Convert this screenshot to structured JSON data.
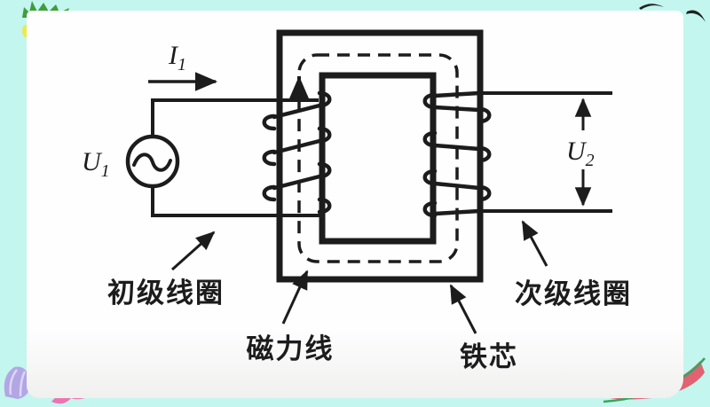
{
  "slide": {
    "description_labels": {
      "primary_coil": "初级线圈",
      "flux_lines": "磁力线",
      "iron_core": "铁芯",
      "secondary_coil": "次级线圈"
    },
    "symbols": {
      "source_voltage": {
        "base": "U",
        "sub": "1"
      },
      "primary_current": {
        "base": "I",
        "sub": "1"
      },
      "secondary_voltage": {
        "base": "U",
        "sub": "2"
      }
    }
  },
  "colors": {
    "background": "#c3f6ee",
    "page": "#fefefe",
    "line": "#1c1c1c",
    "text": "#1c1c1c",
    "leaf_green": "#3f9e3a",
    "accent_yellow": "#ede94e",
    "shell_purple": "#b2a6e4",
    "shell_ridge": "#ddd7f6",
    "bow_pink": "#ec74b2",
    "melon_red": "#e06273",
    "melon_green": "#3aa45e",
    "bird_black": "#1e2224"
  }
}
